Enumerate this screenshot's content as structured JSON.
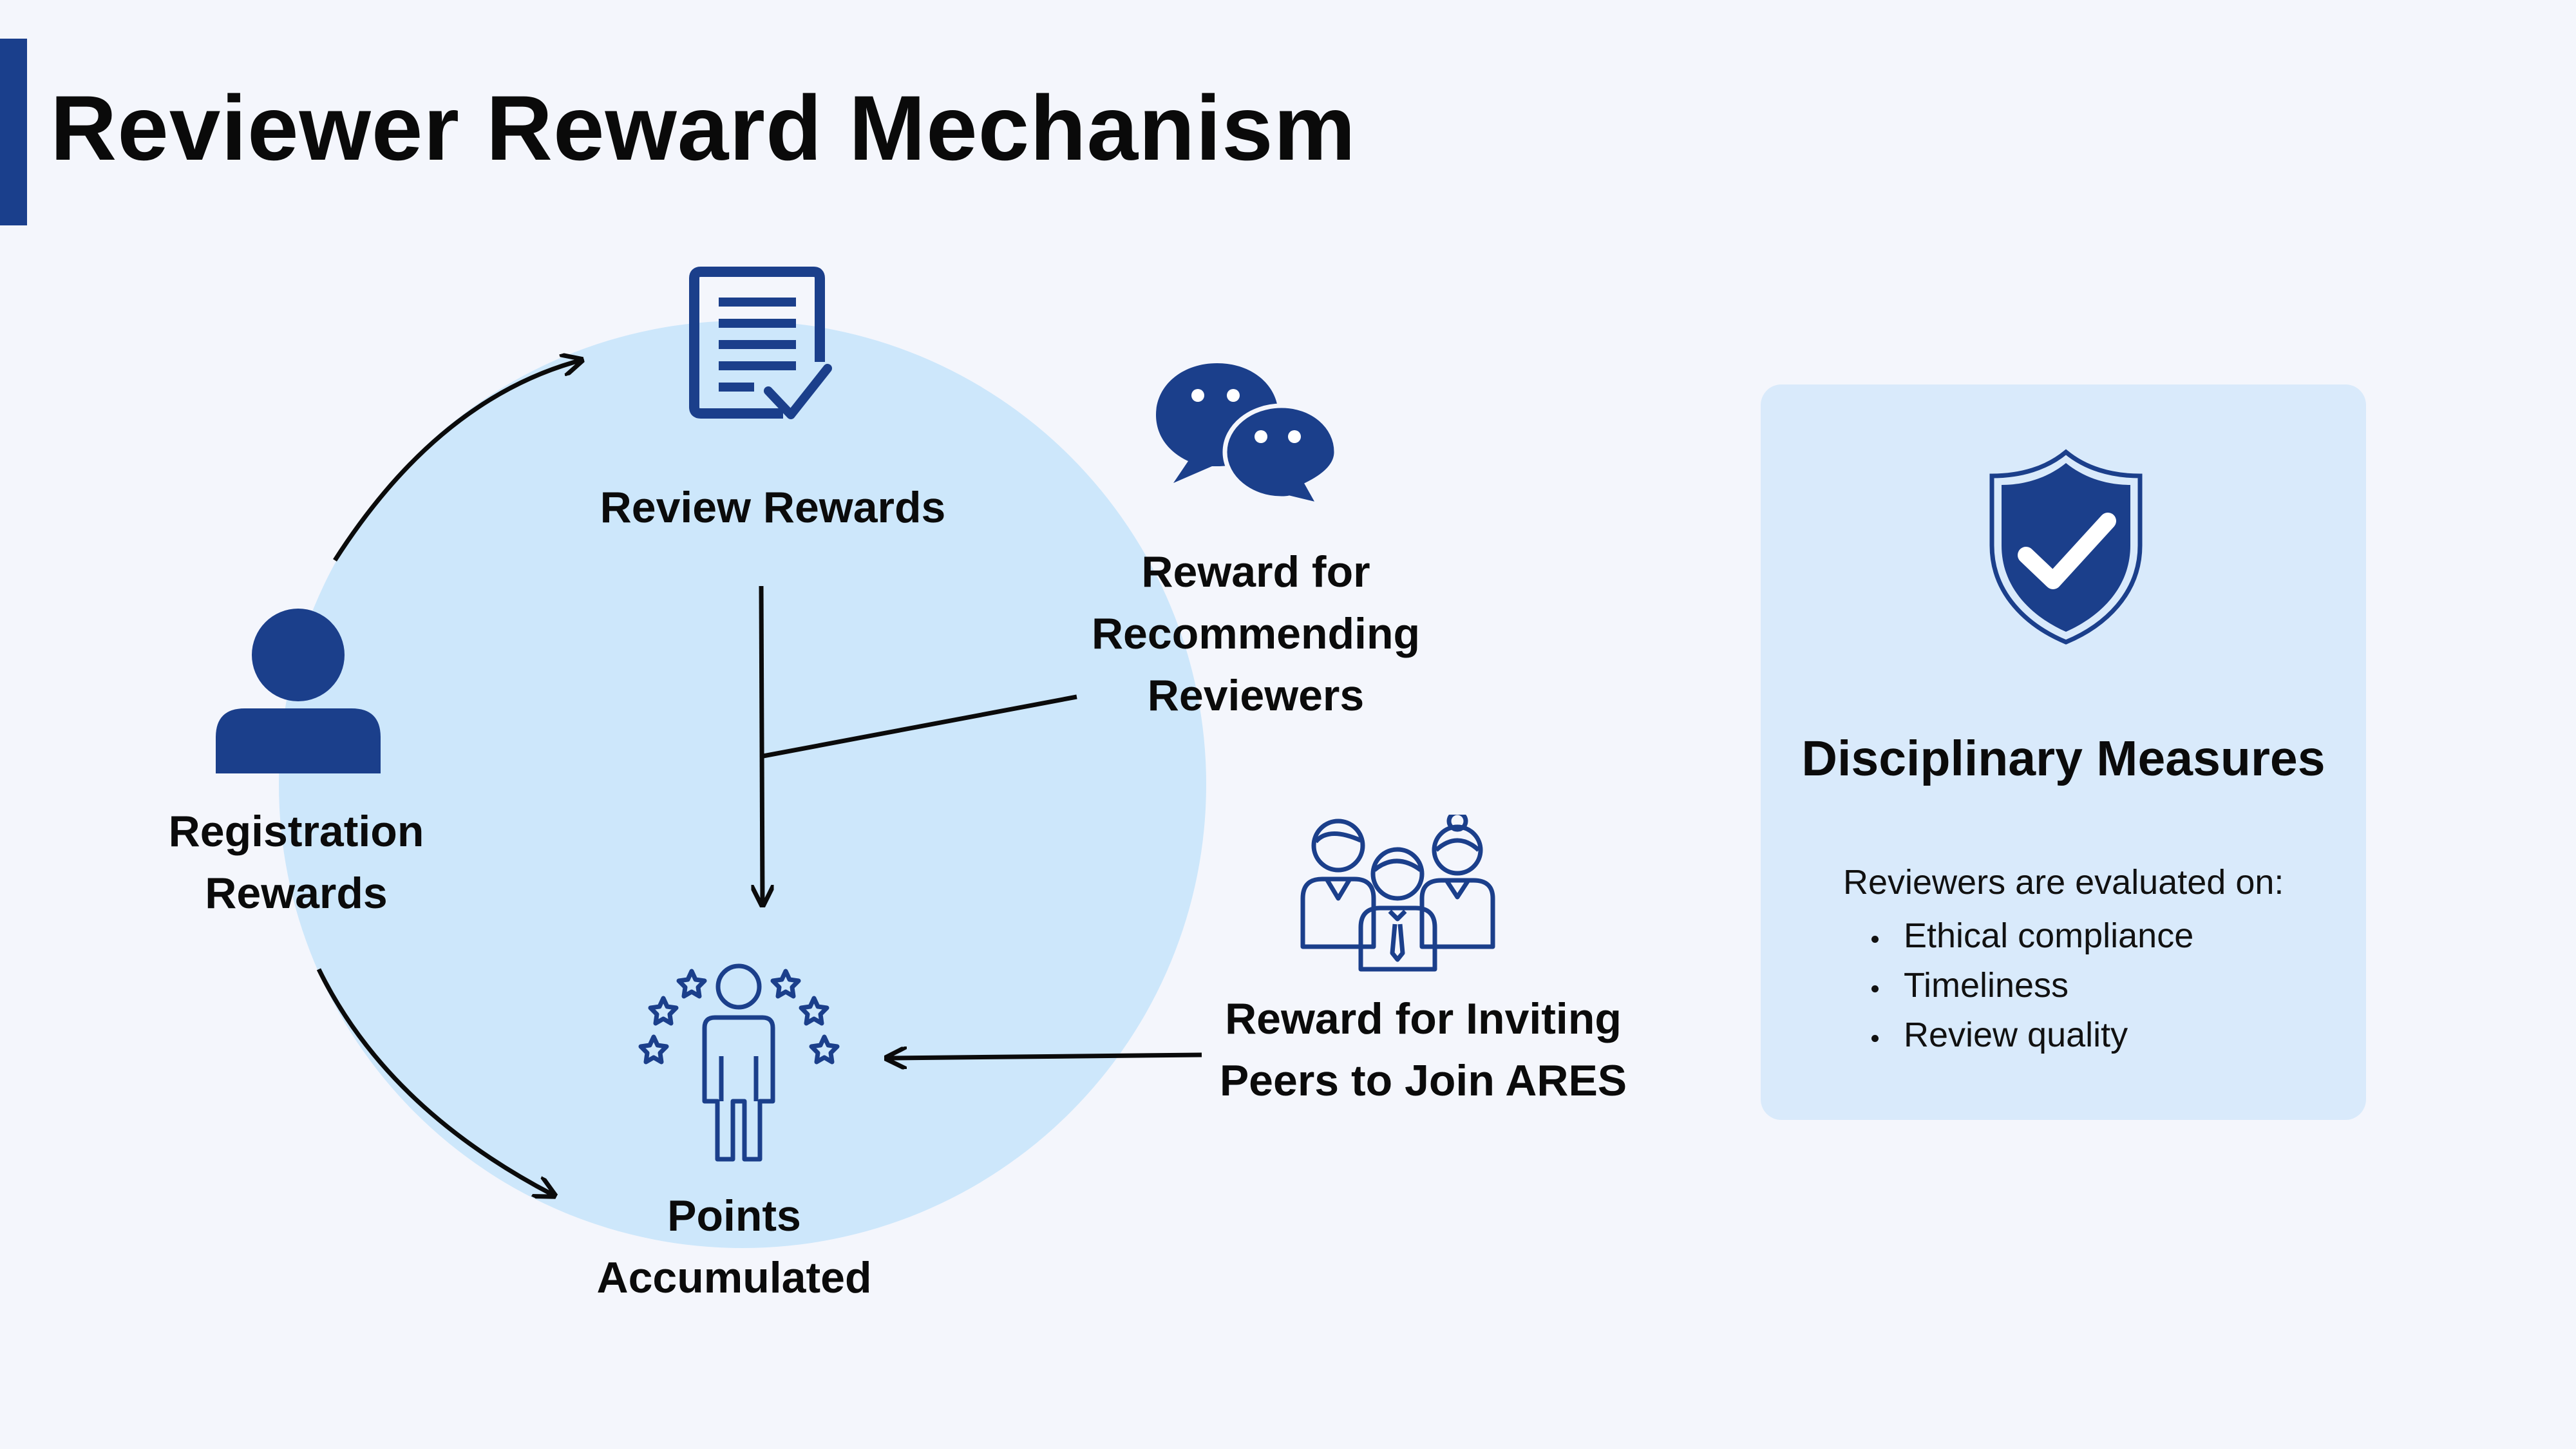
{
  "title": "Reviewer Reward Mechanism",
  "nodes": {
    "review_rewards": "Review Rewards",
    "recommend_reviewers": [
      "Reward for",
      "Recommending",
      "Reviewers"
    ],
    "registration_rewards": [
      "Registration",
      "Rewards"
    ],
    "invite_peers": [
      "Reward for Inviting",
      "Peers to Join ARES"
    ],
    "points_accumulated": [
      "Points",
      "Accumulated"
    ]
  },
  "panel": {
    "title": "Disciplinary Measures",
    "intro": "Reviewers are evaluated on:",
    "criteria": [
      "Ethical compliance",
      "Timeliness",
      "Review quality"
    ]
  },
  "colors": {
    "accent": "#1a3f8c",
    "icon": "#1b3f8b",
    "circle": "#cde7fb",
    "panel": "#d9eafb",
    "background": "#f4f6fc"
  },
  "icons": {
    "review": "document-checklist-icon",
    "recommend": "chat-bubbles-icon",
    "registration": "user-icon",
    "invite": "team-people-icon",
    "points": "person-stars-icon",
    "panel": "shield-check-icon"
  }
}
